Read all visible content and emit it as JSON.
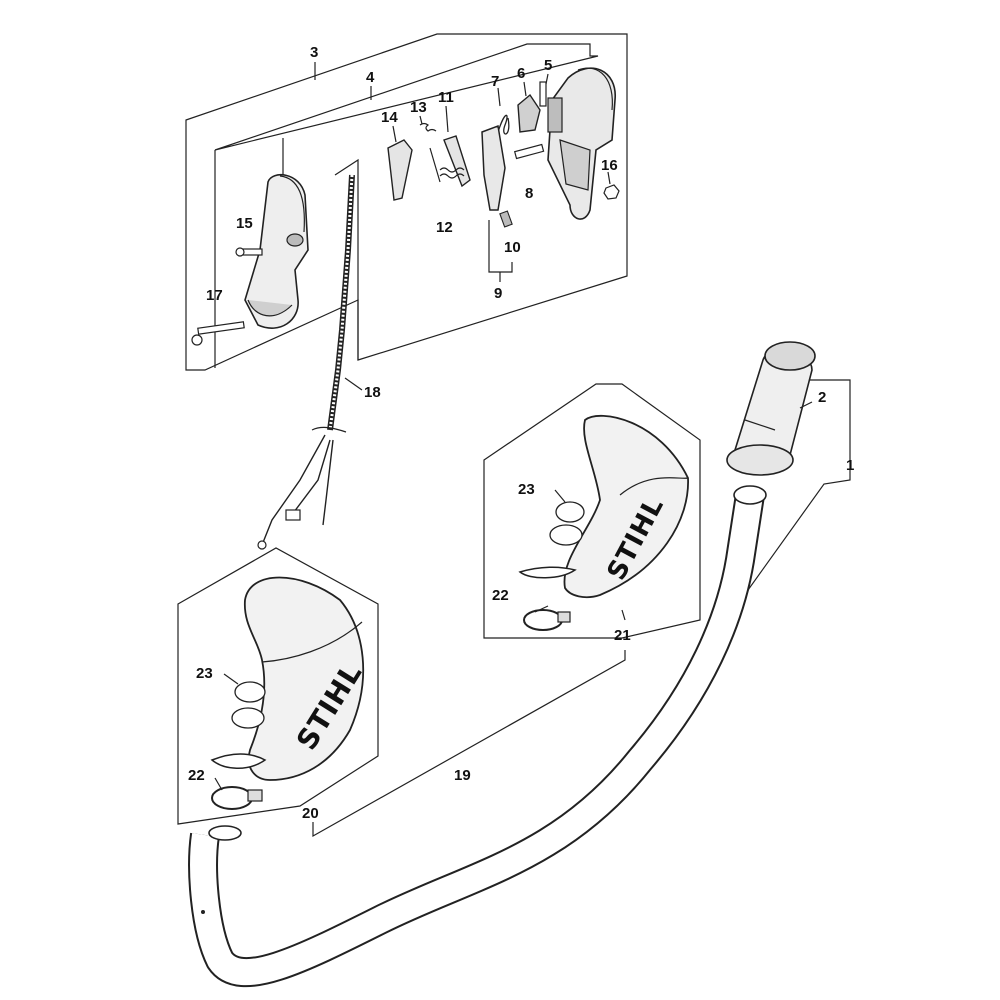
{
  "callouts": [
    {
      "id": "1",
      "text": "1"
    },
    {
      "id": "2",
      "text": "2"
    },
    {
      "id": "3",
      "text": "3"
    },
    {
      "id": "4",
      "text": "4"
    },
    {
      "id": "5",
      "text": "5"
    },
    {
      "id": "6",
      "text": "6"
    },
    {
      "id": "7",
      "text": "7"
    },
    {
      "id": "8",
      "text": "8"
    },
    {
      "id": "9",
      "text": "9"
    },
    {
      "id": "10",
      "text": "10"
    },
    {
      "id": "11",
      "text": "11"
    },
    {
      "id": "12",
      "text": "12"
    },
    {
      "id": "13",
      "text": "13"
    },
    {
      "id": "14",
      "text": "14"
    },
    {
      "id": "15",
      "text": "15"
    },
    {
      "id": "16",
      "text": "16"
    },
    {
      "id": "17",
      "text": "17"
    },
    {
      "id": "18",
      "text": "18"
    },
    {
      "id": "19",
      "text": "19"
    },
    {
      "id": "20",
      "text": "20"
    },
    {
      "id": "21",
      "text": "21"
    },
    {
      "id": "22a",
      "text": "22"
    },
    {
      "id": "22b",
      "text": "22"
    },
    {
      "id": "23a",
      "text": "23"
    },
    {
      "id": "23b",
      "text": "23"
    }
  ],
  "brand": {
    "logo_text_left": "STIHL",
    "logo_text_right": "STIHL"
  },
  "colors": {
    "line": "#222222",
    "part_fill": "#f2f2f2",
    "shade": "#bdbdbd",
    "background": "#ffffff"
  }
}
